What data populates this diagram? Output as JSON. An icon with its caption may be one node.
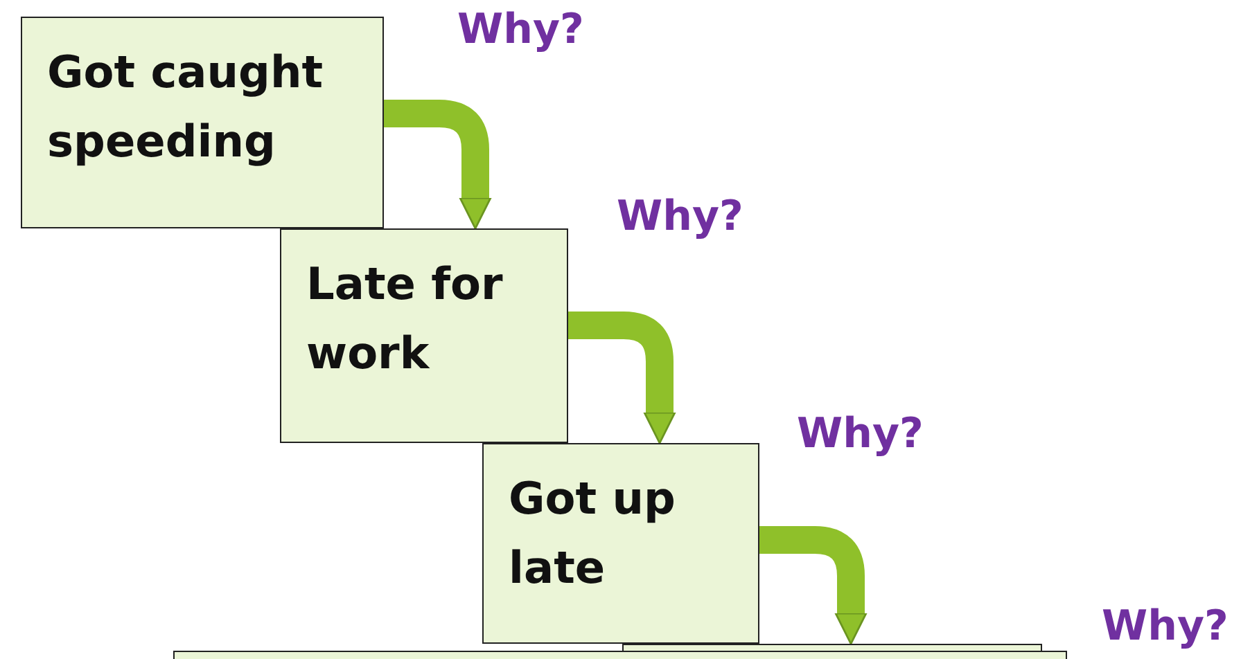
{
  "diagram": {
    "nodes": [
      {
        "text": [
          "Got caught speeding"
        ]
      },
      {
        "text": [
          "Late for work"
        ]
      },
      {
        "text": [
          "Got up late"
        ]
      },
      {
        "text": [],
        "shape": "box"
      },
      {
        "text": [],
        "shape": "box"
      }
    ],
    "edges": [
      {
        "from": 0,
        "to": 1,
        "arrow": "to"
      },
      {
        "from": 1,
        "to": 2,
        "arrow": "to"
      },
      {
        "from": 2,
        "to": 4,
        "arrow": "to"
      }
    ],
    "labels": [
      "Why?",
      "Why?",
      "Why?",
      "Why?"
    ]
  }
}
